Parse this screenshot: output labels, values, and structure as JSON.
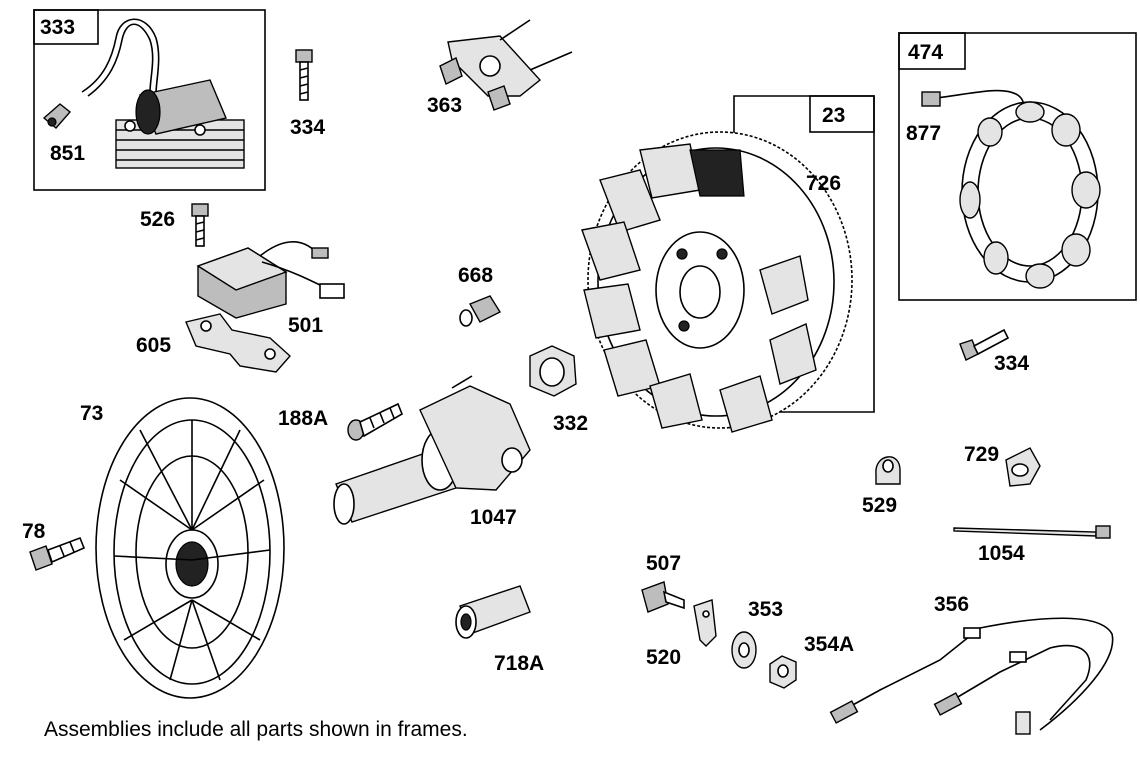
{
  "frames": [
    {
      "id": "333",
      "label": "333"
    },
    {
      "id": "23",
      "label": "23"
    },
    {
      "id": "474",
      "label": "474"
    }
  ],
  "parts": {
    "p851": "851",
    "p334a": "334",
    "p363": "363",
    "p726": "726",
    "p877": "877",
    "p526": "526",
    "p668": "668",
    "p501": "501",
    "p605": "605",
    "p334b": "334",
    "p73": "73",
    "p188A": "188A",
    "p332": "332",
    "p729": "729",
    "p1047": "1047",
    "p529": "529",
    "p78": "78",
    "p1054": "1054",
    "p507": "507",
    "p356": "356",
    "p353": "353",
    "p520": "520",
    "p354A": "354A",
    "p718A": "718A"
  },
  "note": "Assemblies include all parts shown in frames."
}
